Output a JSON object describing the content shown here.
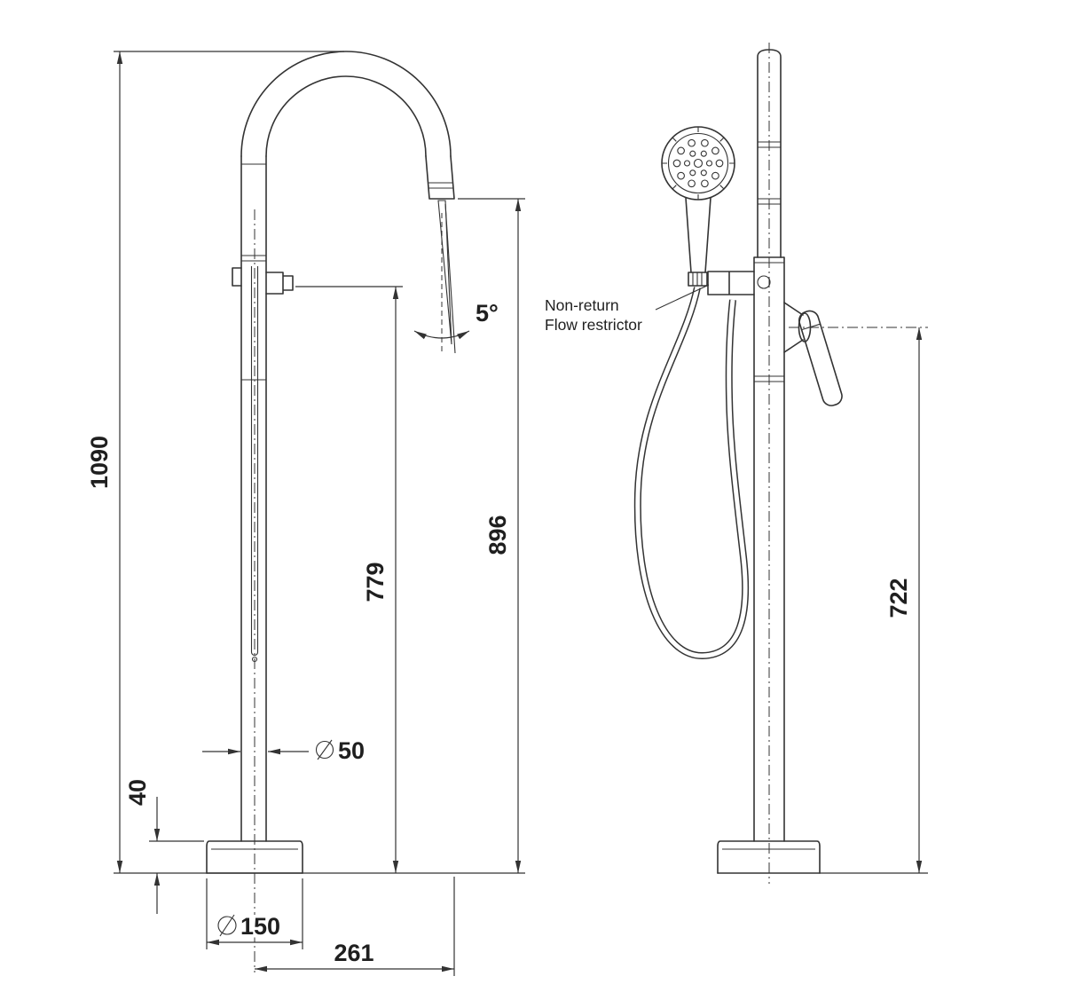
{
  "drawing": {
    "background": "#ffffff",
    "line_color": "#333333",
    "diameter_prefix": "Ø",
    "callout": {
      "line1": "Non-return",
      "line2": "Flow restrictor"
    },
    "dimensions": {
      "overall_height": "1090",
      "spout_outlet_height": "896",
      "hand_shower_outlet_height": "779",
      "base_thickness": "40",
      "column_diameter_value": "50",
      "base_diameter_value": "150",
      "spout_reach": "261",
      "spout_angle": "5°",
      "mixer_handle_height": "722"
    }
  }
}
